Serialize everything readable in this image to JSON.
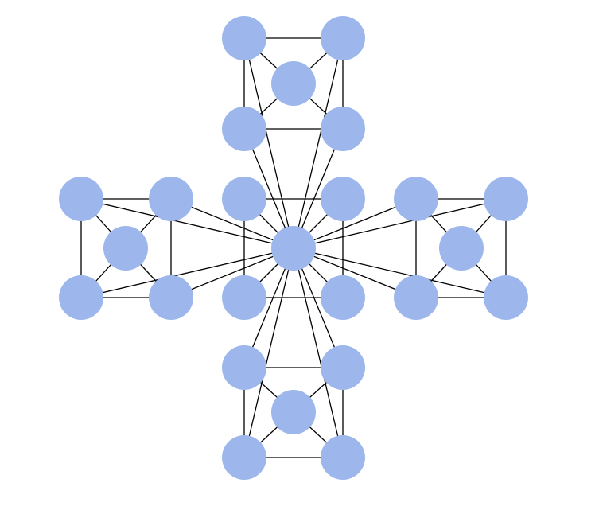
{
  "diagram": {
    "type": "network-graph",
    "node_color": "#9db7ec",
    "edge_color": "#000000",
    "background_color": "#ffffff",
    "nodes": [
      {
        "id": "center"
      },
      {
        "id": "inner-tl"
      },
      {
        "id": "inner-tr"
      },
      {
        "id": "inner-bl"
      },
      {
        "id": "inner-br"
      },
      {
        "id": "top-center"
      },
      {
        "id": "top-tl"
      },
      {
        "id": "top-tr"
      },
      {
        "id": "top-bl"
      },
      {
        "id": "top-br"
      },
      {
        "id": "left-center"
      },
      {
        "id": "left-tl"
      },
      {
        "id": "left-tr"
      },
      {
        "id": "left-bl"
      },
      {
        "id": "left-br"
      },
      {
        "id": "right-center"
      },
      {
        "id": "right-tl"
      },
      {
        "id": "right-tr"
      },
      {
        "id": "right-bl"
      },
      {
        "id": "right-br"
      },
      {
        "id": "bottom-center"
      },
      {
        "id": "bottom-tl"
      },
      {
        "id": "bottom-tr"
      },
      {
        "id": "bottom-bl"
      },
      {
        "id": "bottom-br"
      }
    ],
    "edges": [
      [
        "inner-tl",
        "inner-tr"
      ],
      [
        "inner-tl",
        "inner-bl"
      ],
      [
        "inner-tr",
        "inner-br"
      ],
      [
        "inner-bl",
        "inner-br"
      ],
      [
        "center",
        "inner-tl"
      ],
      [
        "center",
        "inner-tr"
      ],
      [
        "center",
        "inner-bl"
      ],
      [
        "center",
        "inner-br"
      ],
      [
        "top-tl",
        "top-tr"
      ],
      [
        "top-tl",
        "top-bl"
      ],
      [
        "top-tr",
        "top-br"
      ],
      [
        "top-bl",
        "top-br"
      ],
      [
        "top-center",
        "top-tl"
      ],
      [
        "top-center",
        "top-tr"
      ],
      [
        "top-center",
        "top-bl"
      ],
      [
        "top-center",
        "top-br"
      ],
      [
        "center",
        "top-tl"
      ],
      [
        "center",
        "top-tr"
      ],
      [
        "center",
        "top-bl"
      ],
      [
        "center",
        "top-br"
      ],
      [
        "left-tl",
        "left-tr"
      ],
      [
        "left-tl",
        "left-bl"
      ],
      [
        "left-tr",
        "left-br"
      ],
      [
        "left-bl",
        "left-br"
      ],
      [
        "left-center",
        "left-tl"
      ],
      [
        "left-center",
        "left-tr"
      ],
      [
        "left-center",
        "left-bl"
      ],
      [
        "left-center",
        "left-br"
      ],
      [
        "center",
        "left-tl"
      ],
      [
        "center",
        "left-tr"
      ],
      [
        "center",
        "left-bl"
      ],
      [
        "center",
        "left-br"
      ],
      [
        "right-tl",
        "right-tr"
      ],
      [
        "right-tl",
        "right-bl"
      ],
      [
        "right-tr",
        "right-br"
      ],
      [
        "right-bl",
        "right-br"
      ],
      [
        "right-center",
        "right-tl"
      ],
      [
        "right-center",
        "right-tr"
      ],
      [
        "right-center",
        "right-bl"
      ],
      [
        "right-center",
        "right-br"
      ],
      [
        "center",
        "right-tl"
      ],
      [
        "center",
        "right-tr"
      ],
      [
        "center",
        "right-bl"
      ],
      [
        "center",
        "right-br"
      ],
      [
        "bottom-tl",
        "bottom-tr"
      ],
      [
        "bottom-tl",
        "bottom-bl"
      ],
      [
        "bottom-tr",
        "bottom-br"
      ],
      [
        "bottom-bl",
        "bottom-br"
      ],
      [
        "bottom-center",
        "bottom-tl"
      ],
      [
        "bottom-center",
        "bottom-tr"
      ],
      [
        "bottom-center",
        "bottom-bl"
      ],
      [
        "bottom-center",
        "bottom-br"
      ],
      [
        "center",
        "bottom-tl"
      ],
      [
        "center",
        "bottom-tr"
      ],
      [
        "center",
        "bottom-bl"
      ],
      [
        "center",
        "bottom-br"
      ]
    ]
  }
}
